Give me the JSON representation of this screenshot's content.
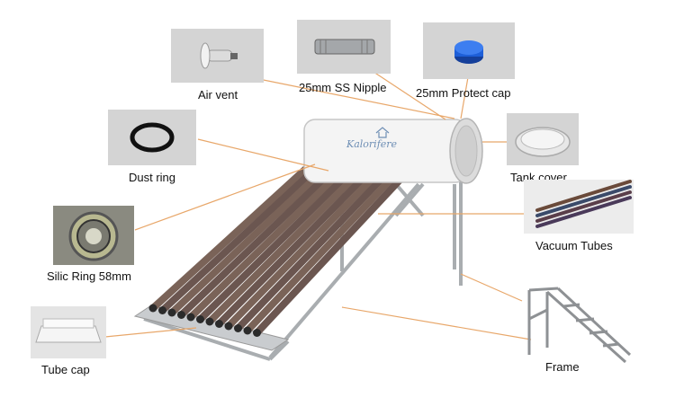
{
  "tank": {
    "brand": "Kalorifere"
  },
  "parts": {
    "air_vent": "Air vent",
    "ss_nipple": "25mm SS Nipple",
    "protect_cap": "25mm Protect cap",
    "dust_ring": "Dust ring",
    "tank_cover": "Tank cover",
    "silic_ring": "Silic Ring 58mm",
    "vacuum_tubes": "Vacuum Tubes",
    "tube_cap": "Tube cap",
    "frame": "Frame"
  },
  "colors": {
    "leader_line": "#e8a76a",
    "cap_blue": "#1e5fd8",
    "tank_white": "#f4f4f4"
  }
}
